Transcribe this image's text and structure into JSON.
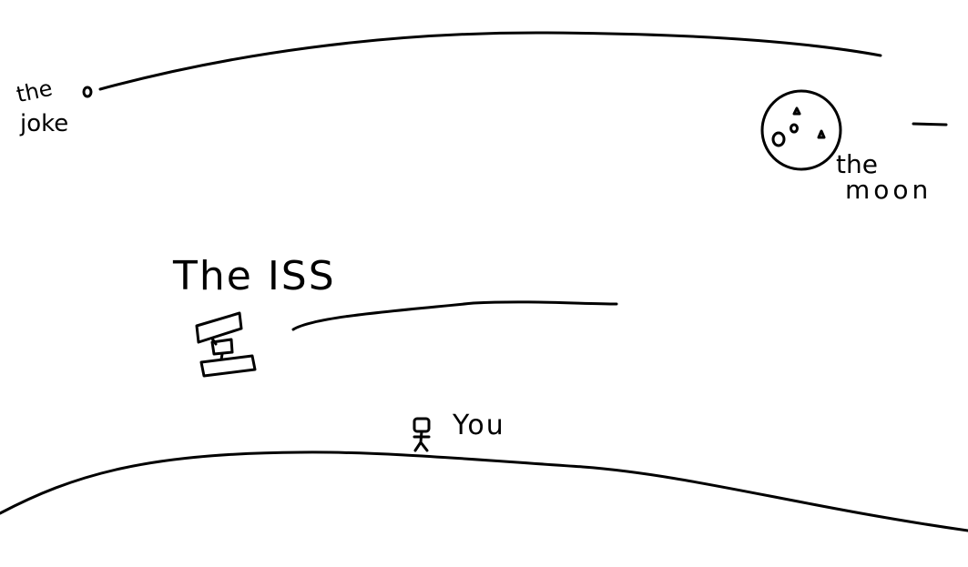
{
  "labels": {
    "joke": [
      "the",
      "joke"
    ],
    "moon": [
      "the",
      "moon"
    ],
    "iss": "The ISS",
    "you": "You"
  },
  "colors": {
    "background": "#ffffff",
    "ink": "#000000"
  },
  "icons": [
    "joke-object-icon",
    "moon-icon",
    "iss-icon",
    "person-icon"
  ]
}
